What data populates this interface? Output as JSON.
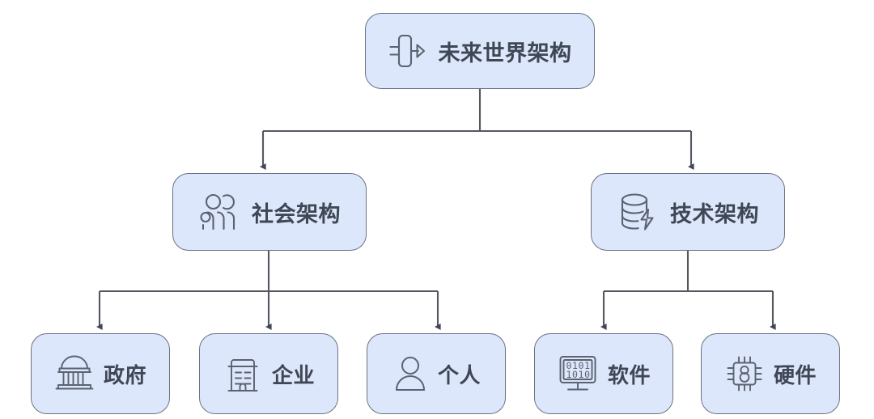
{
  "diagram": {
    "type": "tree",
    "title": "未来世界架构",
    "orientation": "top-down",
    "colors": {
      "node_fill": "#dce7fb",
      "node_border": "#6b7280",
      "text": "#3f4654",
      "edge": "#55585f",
      "background": "#ffffff"
    }
  },
  "nodes": {
    "root": {
      "label": "未来世界架构",
      "icon": "flow-arrow-icon",
      "level": 0
    },
    "social": {
      "label": "社会架构",
      "icon": "users-group-icon",
      "level": 1
    },
    "tech": {
      "label": "技术架构",
      "icon": "database-bolt-icon",
      "level": 1
    },
    "government": {
      "label": "政府",
      "icon": "classical-building-icon",
      "level": 2,
      "parent": "social"
    },
    "enterprise": {
      "label": "企业",
      "icon": "office-building-icon",
      "level": 2,
      "parent": "social"
    },
    "individual": {
      "label": "个人",
      "icon": "person-icon",
      "level": 2,
      "parent": "social"
    },
    "software": {
      "label": "软件",
      "icon": "monitor-binary-icon",
      "level": 2,
      "parent": "tech",
      "binary_top": "0101",
      "binary_bottom": "1010"
    },
    "hardware": {
      "label": "硬件",
      "icon": "cpu-chip-icon",
      "level": 2,
      "parent": "tech"
    }
  },
  "edges": [
    {
      "from": "root",
      "to": "social"
    },
    {
      "from": "root",
      "to": "tech"
    },
    {
      "from": "social",
      "to": "government"
    },
    {
      "from": "social",
      "to": "enterprise"
    },
    {
      "from": "social",
      "to": "individual"
    },
    {
      "from": "tech",
      "to": "software"
    },
    {
      "from": "tech",
      "to": "hardware"
    }
  ]
}
